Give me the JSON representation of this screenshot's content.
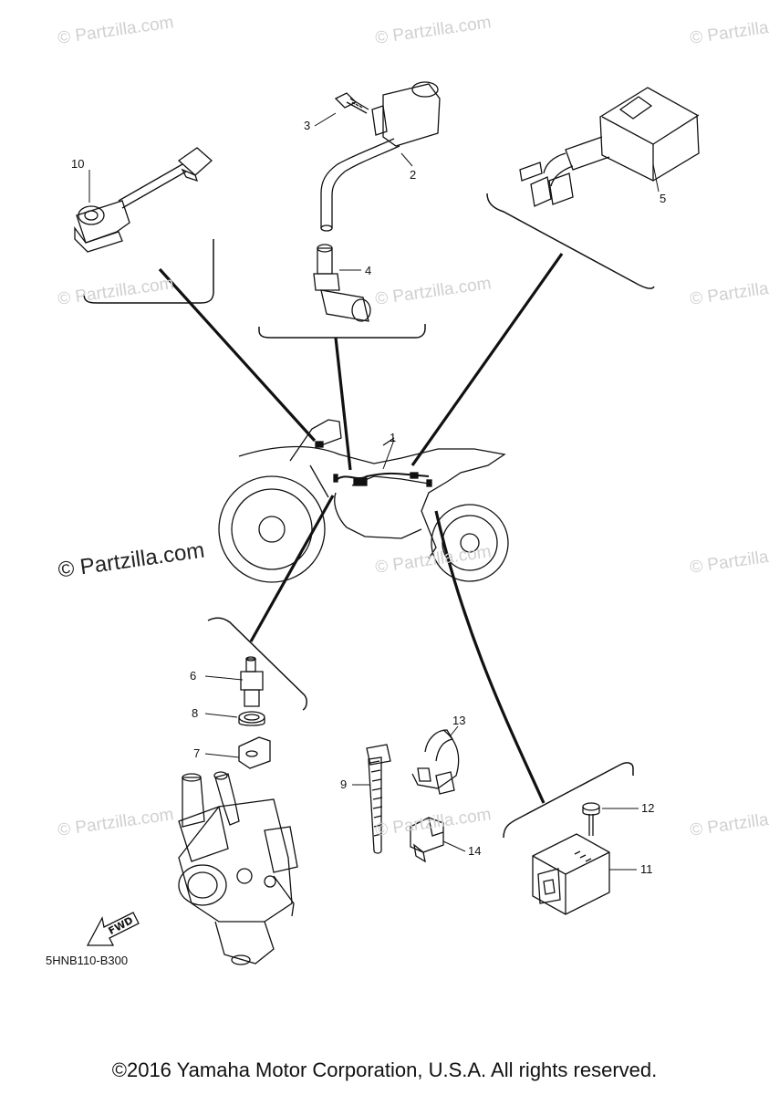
{
  "watermark_text": "© Partzilla.com",
  "callouts": [
    "1",
    "2",
    "3",
    "4",
    "5",
    "6",
    "7",
    "8",
    "9",
    "10",
    "11",
    "12",
    "13",
    "14"
  ],
  "fwd_label": "FWD",
  "diagram_code": "5HNB110-B300",
  "copyright": "©2016 Yamaha Motor Corporation, U.S.A. All rights reserved."
}
